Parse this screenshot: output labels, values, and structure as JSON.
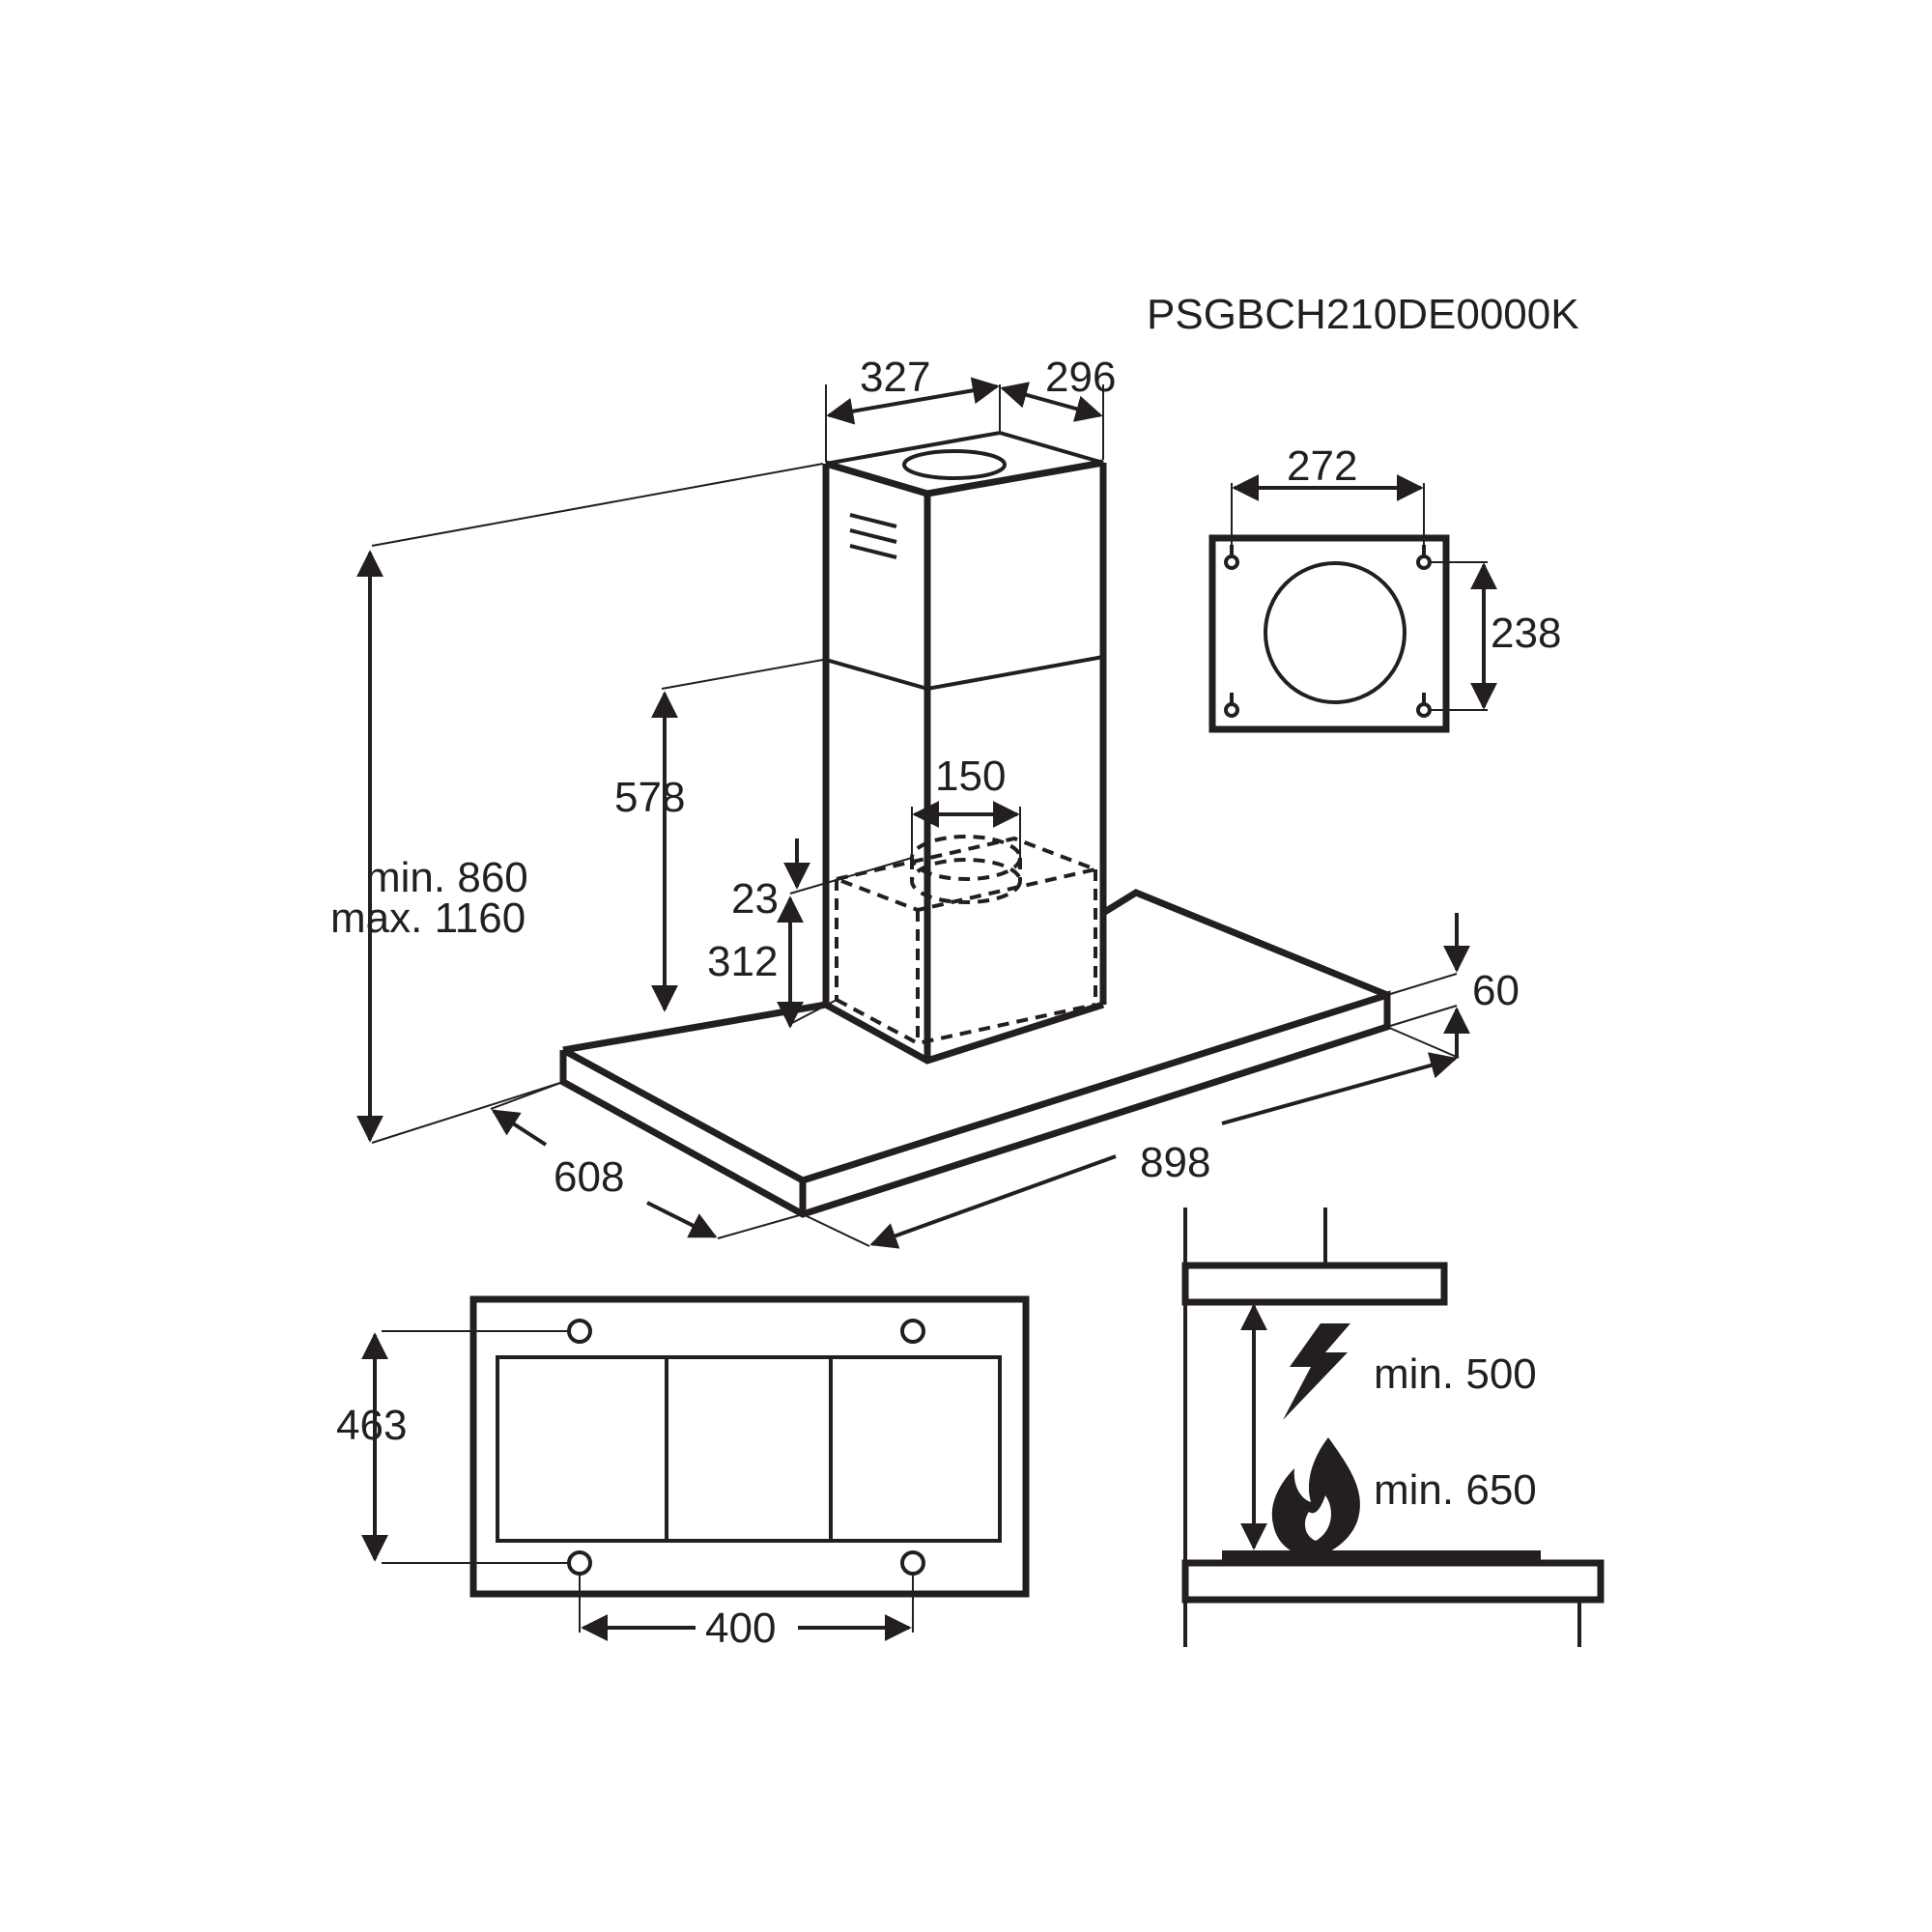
{
  "model_code": "PSGBCH210DE0000K",
  "dimensions": {
    "chimney_width": "327",
    "chimney_depth": "296",
    "bracket_width": "272",
    "bracket_height": "238",
    "chimney_upper": "578",
    "outlet_diameter": "150",
    "motor_offset": "23",
    "motor_height": "312",
    "total_height_min": "min. 860",
    "total_height_max": "max. 1160",
    "hood_thickness": "60",
    "hood_depth": "608",
    "hood_width": "898",
    "mount_spacing_y": "463",
    "mount_spacing_x": "400"
  },
  "clearance": {
    "electric_label": "min. 500",
    "gas_label": "min. 650",
    "electric_icon": "lightning-icon",
    "gas_icon": "flame-icon"
  }
}
